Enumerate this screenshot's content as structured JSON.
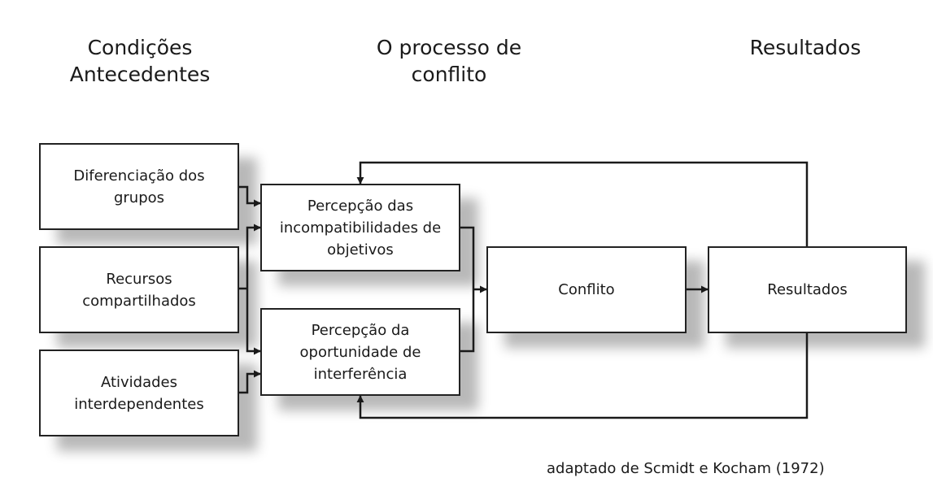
{
  "headings": {
    "antecedents": "Condições\nAntecedentes",
    "process": "O processo de\nconflito",
    "results": "Resultados"
  },
  "boxes": {
    "diferenciacao": "Diferenciação dos\ngrupos",
    "recursos": "Recursos\ncompartilhados",
    "atividades": "Atividades\ninterdependentes",
    "percepcao_objetivos": "Percepção das\nincompatibilidades de\nobjetivos",
    "percepcao_interferencia": "Percepção da\noportunidade de\ninterferência",
    "conflito": "Conflito",
    "resultados": "Resultados"
  },
  "caption": "adaptado de Scmidt e Kocham (1972)",
  "colors": {
    "line": "#1a1a1a",
    "box_border": "#222222",
    "background": "#ffffff"
  }
}
